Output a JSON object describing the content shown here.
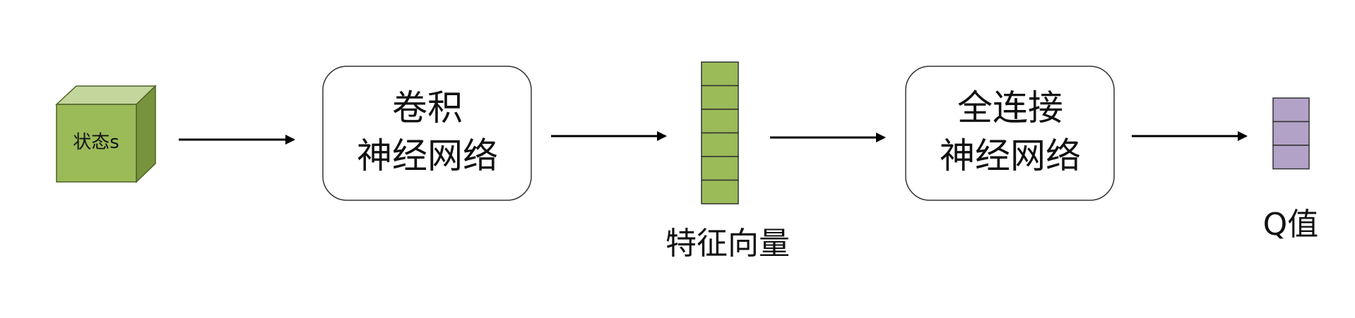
{
  "state_cube": {
    "label": "状态s"
  },
  "cnn_box": {
    "line1": "卷积",
    "line2": "神经网络"
  },
  "feature_vector": {
    "label": "特征向量",
    "cells": 6,
    "color": "#9bbb59"
  },
  "fc_box": {
    "line1": "全连接",
    "line2": "神经网络"
  },
  "q_values": {
    "label": "Q值",
    "cells": 3,
    "color": "#b3a2c7"
  },
  "colors": {
    "cube_front": "#9bbb59",
    "cube_top": "#c3d69b",
    "cube_side": "#77933c",
    "arrow": "#000000"
  }
}
